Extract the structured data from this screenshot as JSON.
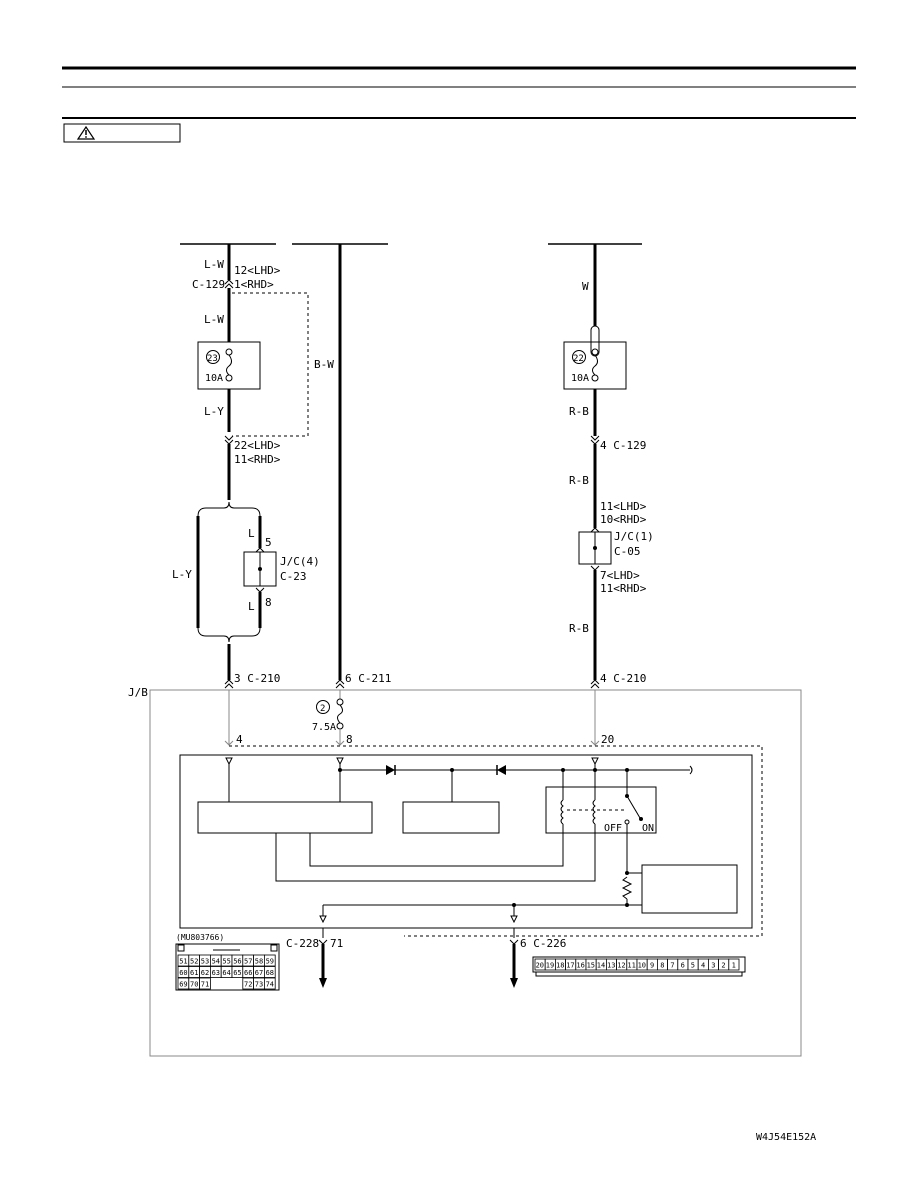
{
  "page_code": "W4J54E152A",
  "labels": {
    "jb": "J/B",
    "fuse23_num": "23",
    "fuse23_rating": "10A",
    "fuse22_num": "22",
    "fuse22_rating": "10A",
    "fuse2_num": "2",
    "fuse2_rating": "7.5A",
    "lw_top": "L-W",
    "c129_12": "12<LHD>",
    "c129_1": "1<RHD>",
    "c129": "C-129",
    "lw_mid": "L-W",
    "ly_below_fuse": "L-Y",
    "bw": "B-W",
    "c129b_22": "22<LHD>",
    "c129b_11": "11<RHD>",
    "ly_left": "L-Y",
    "l_top": "L",
    "pin5": "5",
    "jc4": "J/C(4)",
    "c23": "C-23",
    "pin8_jc": "8",
    "l_bot": "L",
    "c210_3": "3 C-210",
    "c211_6": "6 C-211",
    "c210_4": "4 C-210",
    "w_wire": "W",
    "rb_1": "R-B",
    "c129_4": "4 C-129",
    "rb_2": "R-B",
    "jc1_11": "11<LHD>",
    "jc1_10": "10<RHD>",
    "jc1": "J/C(1)",
    "c05": "C-05",
    "jc1_7": "7<LHD>",
    "jc1_11b": "11<RHD>",
    "rb_3": "R-B",
    "pin4": "4",
    "pin8": "8",
    "pin20": "20",
    "off": "OFF",
    "on": "ON",
    "c228": "C-228",
    "pin71": "71",
    "pin6_c226": "6 C-226",
    "connector_part": "(MU803766)"
  },
  "c228_connector": {
    "row1": [
      "51",
      "52",
      "53",
      "54",
      "55",
      "56",
      "57",
      "58",
      "59"
    ],
    "row2": [
      "60",
      "61",
      "62",
      "63",
      "64",
      "65",
      "66",
      "67",
      "68"
    ],
    "row3": [
      "69",
      "70",
      "71",
      "",
      "",
      "",
      "72",
      "73",
      "74"
    ]
  },
  "c226_connector": [
    "20",
    "19",
    "18",
    "17",
    "16",
    "15",
    "14",
    "13",
    "12",
    "11",
    "10",
    "9",
    "8",
    "7",
    "6",
    "5",
    "4",
    "3",
    "2",
    "1"
  ]
}
